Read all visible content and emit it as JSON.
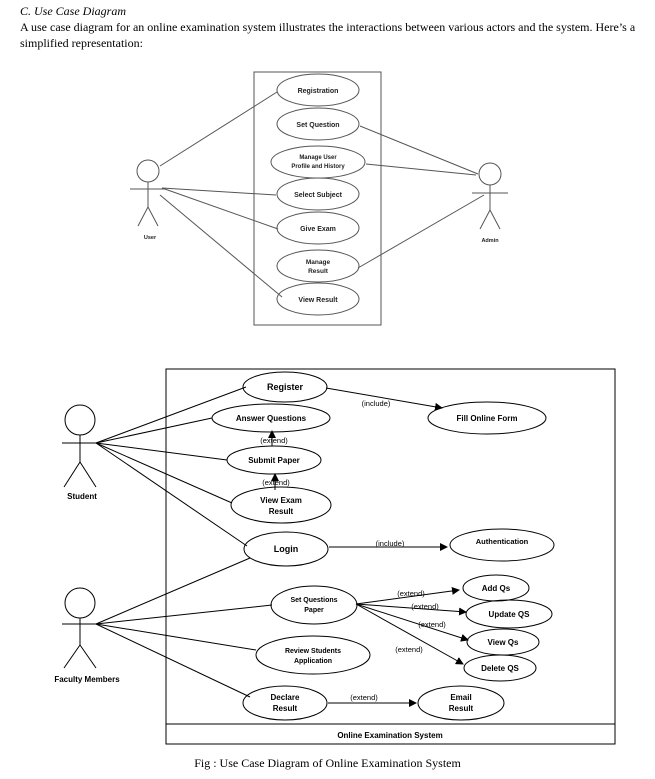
{
  "section": {
    "heading": "C.  Use Case Diagram",
    "intro": "A use case diagram for an online examination system illustrates the interactions between various actors and the system. Here’s a simplified representation:"
  },
  "diagram1": {
    "actors": {
      "user": "User",
      "admin": "Admin"
    },
    "use_cases": {
      "registration": "Registration",
      "set_question": "Set Question",
      "manage_profile_1": "Manage User",
      "manage_profile_2": "Profile and History",
      "select_subject": "Select Subject",
      "give_exam": "Give Exam",
      "manage_result_1": "Manage",
      "manage_result_2": "Result",
      "view_result": "View Result"
    }
  },
  "diagram2": {
    "system_label": "Online Examination System",
    "actors": {
      "student": "Student",
      "faculty": "Faculty Members"
    },
    "use_cases": {
      "register": "Register",
      "answer_questions": "Answer Questions",
      "submit_paper": "Submit Paper",
      "view_exam_result_1": "View Exam",
      "view_exam_result_2": "Result",
      "login": "Login",
      "set_questions_paper_1": "Set Questions",
      "set_questions_paper_2": "Paper",
      "review_students_1": "Review Students",
      "review_students_2": "Application",
      "declare_result_1": "Declare",
      "declare_result_2": "Result",
      "fill_online_form": "Fill Online Form",
      "authentication": "Authentication",
      "add_qs": "Add Qs",
      "update_qs": "Update QS",
      "view_qs": "View Qs",
      "delete_qs": "Delete QS",
      "email_result_1": "Email",
      "email_result_2": "Result"
    },
    "relations": {
      "include_register": "(include)",
      "include_login": "(include)",
      "extend_answer": "(extend)",
      "extend_submit": "(extend)",
      "extend_add": "(extend)",
      "extend_update": "(extend)",
      "extend_view": "(extend)",
      "extend_delete": "(extend)",
      "extend_email": "(extend)"
    }
  },
  "caption": "Fig : Use Case Diagram of Online Examination System"
}
